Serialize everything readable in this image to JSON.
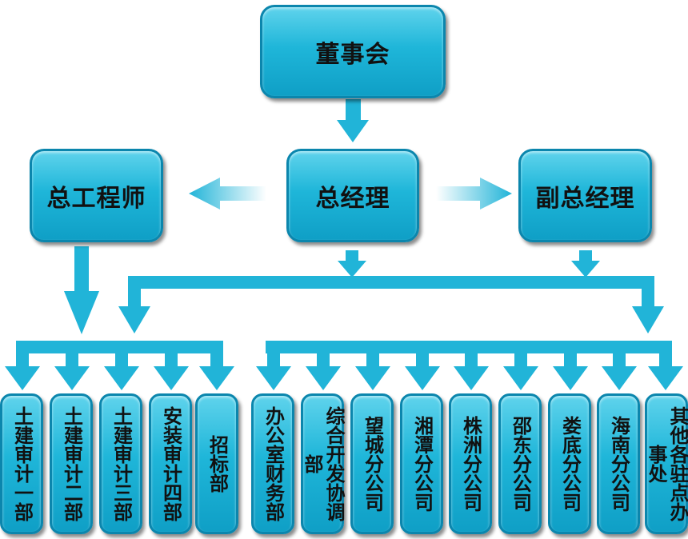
{
  "nodes": {
    "board": "董事会",
    "chief_engineer": "总工程师",
    "general_manager": "总经理",
    "deputy_gm": "副总经理"
  },
  "departments": [
    "土建审计一部",
    "土建审计二部",
    "土建审计三部",
    "安装审计四部",
    "招标部",
    "办公室财务部",
    "综合开发协调部",
    "望城分公司",
    "湘潭分公司",
    "株洲分公司",
    "邵东分公司",
    "娄底分公司",
    "海南分公司",
    "其他各驻点办事处"
  ],
  "colors": {
    "box_fill": "#1fb6d9",
    "box_border": "#0b86ad",
    "connector": "#21b4d8"
  }
}
